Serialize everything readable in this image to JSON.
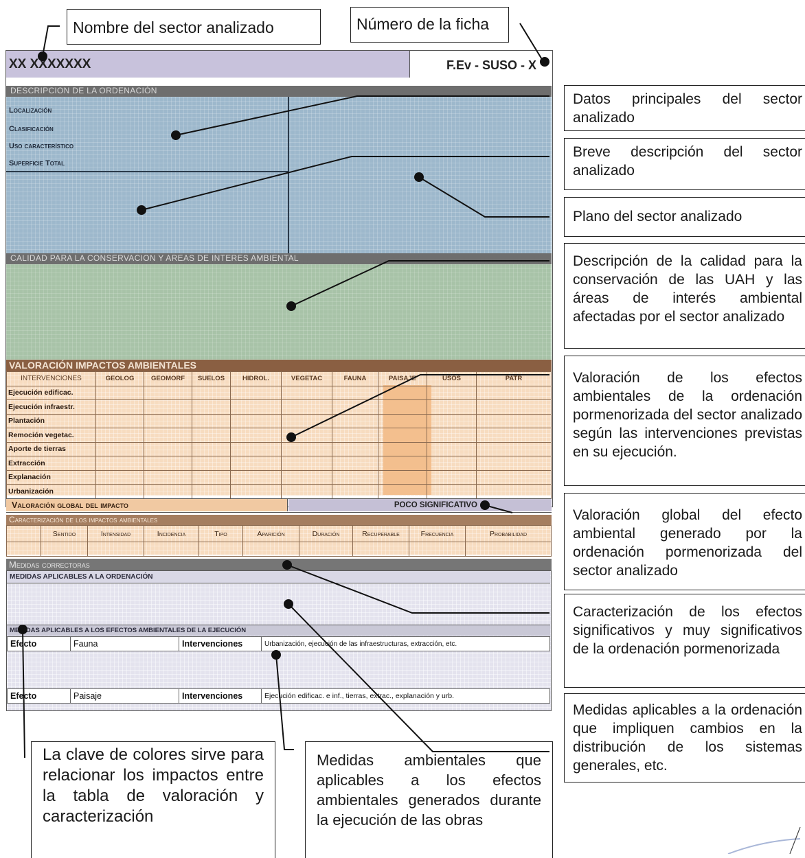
{
  "callouts_top": {
    "sector_name_label": "Nombre del sector analizado",
    "sheet_number_label": "Número de la ficha"
  },
  "form": {
    "sector_code": "XX XXXXXXX",
    "sheet_code": "F.Ev - SUSO - X",
    "descripcion": {
      "title": "Descripcion de la ordenación",
      "fields": [
        "Localización",
        "Clasificación",
        "Uso característico",
        "Superficie Total"
      ]
    },
    "calidad": {
      "title": "Calidad para la conservacion y areas de interes ambiental"
    },
    "valoracion": {
      "title": "VALORACIÓN IMPACTOS AMBIENTALES",
      "columns": [
        "INTERVENCIONES",
        "GEOLOG",
        "GEOMORF",
        "SUELOS",
        "HIDROL.",
        "VEGETAC",
        "FAUNA",
        "PAISAJE",
        "USOS",
        "PATR"
      ],
      "rows": [
        "Ejecución edificac.",
        "Ejecución infraestr.",
        "Plantación",
        "Remoción vegetac.",
        "Aporte de tierras",
        "Extracción",
        "Explanación",
        "Urbanización"
      ]
    },
    "global": {
      "label": "Valoración global del impacto",
      "value": "POCO SIGNIFICATIVO"
    },
    "caracterizacion": {
      "title": "Caracterización de los impactos ambientales",
      "columns": [
        "Sentido",
        "Intensidad",
        "Incidencia",
        "Tipo",
        "Aparición",
        "Duración",
        "Recuperable",
        "Frecuencia",
        "Probabilidad"
      ]
    },
    "medidas": {
      "title": "Medidas correctoras",
      "aplicables_ordenacion": "MEDIDAS APLICABLES A LA ORDENACIÓN",
      "aplicables_ejecucion": "MEDIDAS APLICABLES A LOS EFECTOS AMBIENTALES DE LA EJECUCIÓN",
      "efectos": [
        {
          "efecto_label": "Efecto",
          "efecto": "Fauna",
          "interv_label": "Intervenciones",
          "intervenciones": "Urbanización, ejecución de las infraestructuras, extracción, etc."
        },
        {
          "efecto_label": "Efecto",
          "efecto": "Paisaje",
          "interv_label": "Intervenciones",
          "intervenciones": "Ejecución edificac. e inf., tierras, extrac., explanación y urb."
        }
      ]
    }
  },
  "side_callouts": [
    "Datos principales del sector analizado",
    "Breve descripción del sector analizado",
    "Plano del sector analizado",
    "Descripción de la calidad para la conservación de las UAH y las áreas de interés ambiental afectadas por el sector analizado",
    "Valoración de los efectos ambientales de la ordenación pormenorizada del sector analizado según las intervenciones previstas en su ejecución.",
    "Valoración global del efecto ambiental generado por la ordenación pormenorizada del sector analizado",
    "Caracterización de los efectos significativos y muy significativos de la ordenación pormenorizada",
    "Medidas aplicables a la ordenación que impliquen cambios en la distribución de los sistemas generales, etc."
  ],
  "bottom_callouts": [
    "La clave de colores sirve para relacionar los impactos entre la tabla de valoración y caracterización",
    "Medidas ambientales que aplicables a los efectos ambientales generados durante la ejecución de las obras"
  ],
  "colors": {
    "blue": "#9db8cc",
    "green": "#a8c3a8",
    "peach": "#f7dcc0",
    "header": "#6e6e6e",
    "lavender": "#c8c2dc"
  }
}
